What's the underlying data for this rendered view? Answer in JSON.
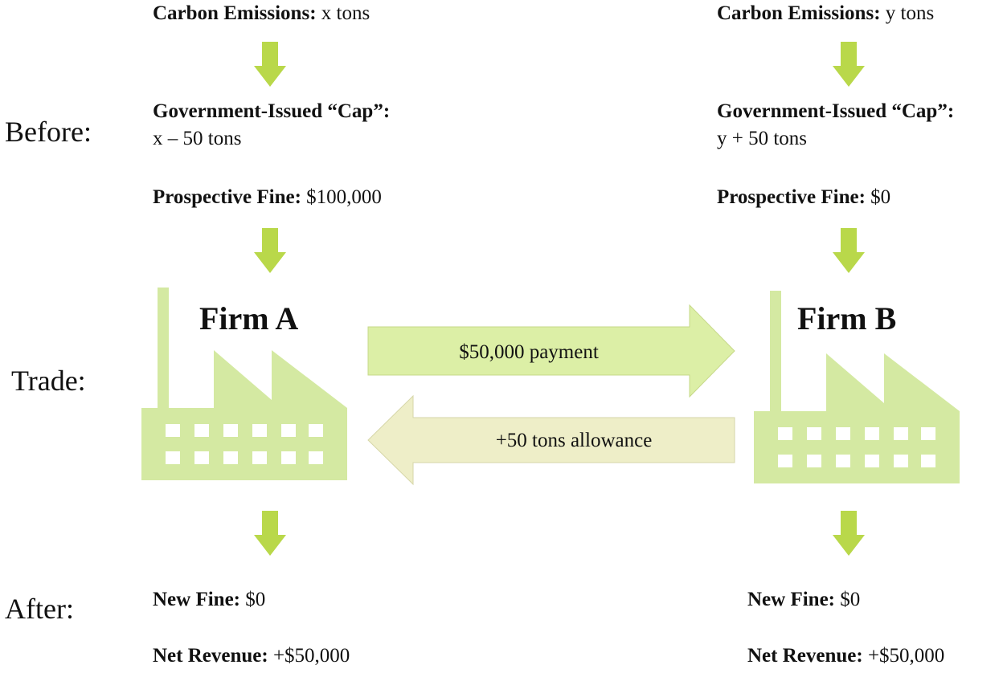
{
  "sections": {
    "before": "Before:",
    "trade": "Trade:",
    "after": "After:"
  },
  "firm_a": {
    "emissions_label": "Carbon Emissions:",
    "emissions_value": " x tons",
    "cap_label": "Government-Issued “Cap”:",
    "cap_value": "x – 50 tons",
    "fine_label": "Prospective Fine:",
    "fine_value": " $100,000",
    "name": "Firm A",
    "new_fine_label": "New Fine:",
    "new_fine_value": " $0",
    "net_label": "Net Revenue:",
    "net_value": " +$50,000"
  },
  "firm_b": {
    "emissions_label": "Carbon Emissions:",
    "emissions_value": " y tons",
    "cap_label": "Government-Issued “Cap”:",
    "cap_value": "y + 50 tons",
    "fine_label": "Prospective Fine:",
    "fine_value": " $0",
    "name": "Firm B",
    "new_fine_label": "New Fine:",
    "new_fine_value": " $0",
    "net_label": "Net Revenue:",
    "net_value": " +$50,000"
  },
  "trade": {
    "payment_label": "$50,000 payment",
    "allowance_label": "+50 tons allowance"
  },
  "colors": {
    "down_arrow": "#b9d84a",
    "factory": "#d4e9a2",
    "payment_arrow": "#dcefa6",
    "allowance_arrow": "#eeeec8",
    "arrow_stroke": "#c6d888"
  },
  "icons": {
    "factory": "factory-icon",
    "down_arrow": "down-arrow-icon"
  }
}
